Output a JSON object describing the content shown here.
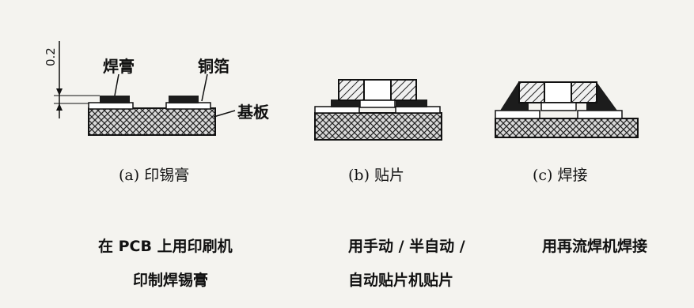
{
  "diagram": {
    "dimension_label": "0.2",
    "labels": {
      "solder_paste": "焊膏",
      "copper_foil": "铜箔",
      "substrate": "基板"
    },
    "captions": {
      "a": "(a)  印锡膏",
      "b": "(b)  贴片",
      "c": "(c) 焊接"
    },
    "descriptions": {
      "a_line1": "在 PCB 上用印刷机",
      "a_line2": "印制焊锡膏",
      "b_line1": "用手动 / 半自动 /",
      "b_line2": "自动贴片机贴片",
      "c_line1": "用再流焊机焊接"
    }
  },
  "colors": {
    "ink": "#1a1a1a",
    "paper": "#f4f3ef",
    "substrate_fill": "#cfcfcf",
    "pad_fill": "#ffffff",
    "paste_fill": "#222222"
  }
}
